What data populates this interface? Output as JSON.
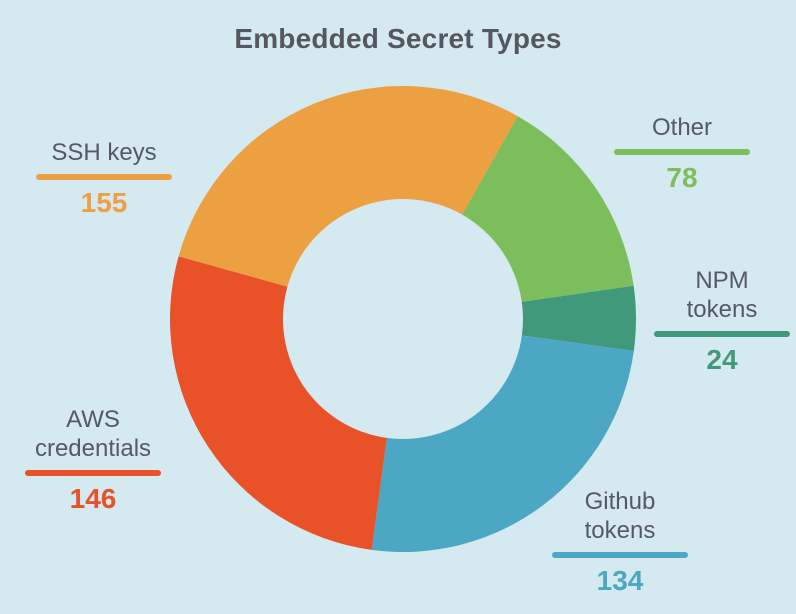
{
  "title": "Embedded Secret Types",
  "chart_data": {
    "type": "pie",
    "subtype": "donut",
    "title": "Embedded Secret Types",
    "background": "#D5E9F0",
    "total": 537,
    "start_angle_deg": 285.6,
    "direction": "clockwise",
    "inner_radius_ratio": 0.515,
    "legend_position": "around",
    "segments": [
      {
        "key": "ssh",
        "label": "SSH keys",
        "value": 155,
        "color": "#EDA041"
      },
      {
        "key": "other",
        "label": "Other",
        "value": 78,
        "color": "#7CBE5B"
      },
      {
        "key": "npm",
        "label": "NPM tokens",
        "value": 24,
        "color": "#41997B"
      },
      {
        "key": "github",
        "label": "Github tokens",
        "value": 134,
        "color": "#4BA7C4"
      },
      {
        "key": "aws",
        "label": "AWS credentials",
        "value": 146,
        "color": "#E95229"
      }
    ]
  },
  "legend": {
    "ssh": {
      "lines": [
        "SSH keys"
      ]
    },
    "other": {
      "lines": [
        "Other"
      ]
    },
    "npm": {
      "lines": [
        "NPM",
        "tokens"
      ]
    },
    "github": {
      "lines": [
        "Github",
        "tokens"
      ]
    },
    "aws": {
      "lines": [
        "AWS",
        "credentials"
      ]
    }
  }
}
